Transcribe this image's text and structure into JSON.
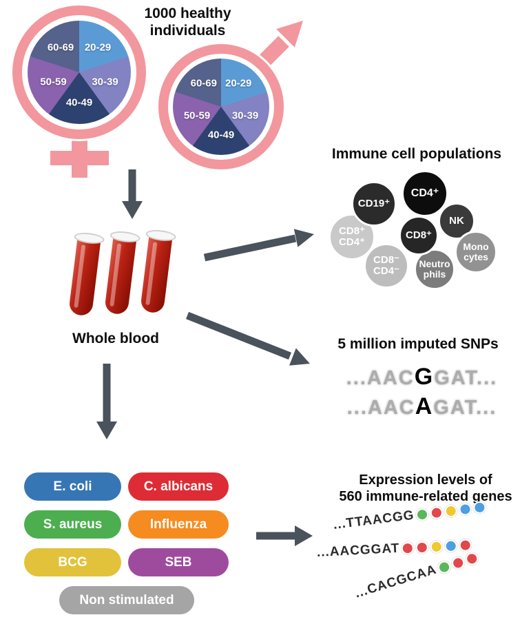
{
  "cohort": {
    "title": "1000 healthy\nindividuals",
    "age_groups": [
      {
        "label": "20-29",
        "color": "#5B9BD5"
      },
      {
        "label": "30-39",
        "color": "#8382C3"
      },
      {
        "label": "40-49",
        "color": "#2E4272"
      },
      {
        "label": "50-59",
        "color": "#8A62AE"
      },
      {
        "label": "60-69",
        "color": "#55628C"
      }
    ]
  },
  "colors": {
    "symbol_pink": "#F2979D",
    "arrow_gray": "#4A525B"
  },
  "whole_blood": {
    "label": "Whole blood"
  },
  "immune_cells": {
    "title": "Immune cell populations",
    "cells": [
      {
        "label": "CD8⁺\nCD4⁺",
        "color": "#C9C9C9"
      },
      {
        "label": "CD19⁺",
        "color": "#2B2B2B"
      },
      {
        "label": "NK",
        "color": "#3A3A3A"
      },
      {
        "label": "Mono\ncytes",
        "color": "#929292"
      },
      {
        "label": "CD8⁻\nCD4⁻",
        "color": "#BDBDBD"
      },
      {
        "label": "Neutro\nphils",
        "color": "#7C7C7C"
      },
      {
        "label": "CD8⁺",
        "color": "#262626"
      },
      {
        "label": "CD4⁺",
        "color": "#0D0D0D"
      }
    ]
  },
  "snps": {
    "title": "5 million imputed SNPs",
    "sequences": [
      {
        "prefix": "...AAC",
        "variant": "G",
        "suffix": "GAT..."
      },
      {
        "prefix": "...AAC",
        "variant": "A",
        "suffix": "GAT..."
      }
    ]
  },
  "stimuli": {
    "items": [
      {
        "label": "E. coli",
        "color": "#3776B4"
      },
      {
        "label": "C. albicans",
        "color": "#DD2C35"
      },
      {
        "label": "S. aureus",
        "color": "#4CAE4F"
      },
      {
        "label": "Influenza",
        "color": "#F68B1F"
      },
      {
        "label": "BCG",
        "color": "#E2C23B"
      },
      {
        "label": "SEB",
        "color": "#9E4B9E"
      },
      {
        "label": "Non stimulated",
        "color": "#A5A5A5"
      }
    ]
  },
  "expression": {
    "title": "Expression levels of\n560 immune-related genes",
    "rows": [
      {
        "sequence": "...TTAACGG",
        "beads": [
          "#5BB75B",
          "#E1484C",
          "#F0C930",
          "#4D9FE0",
          "#4D9FE0"
        ]
      },
      {
        "sequence": "...AACGGAT",
        "beads": [
          "#E1484C",
          "#E1484C",
          "#F0C930",
          "#4D9FE0",
          "#E1484C"
        ]
      },
      {
        "sequence": "...CACGCAA",
        "beads": [
          "#5BB75B",
          "#E1484C",
          "#E1484C"
        ]
      }
    ]
  }
}
